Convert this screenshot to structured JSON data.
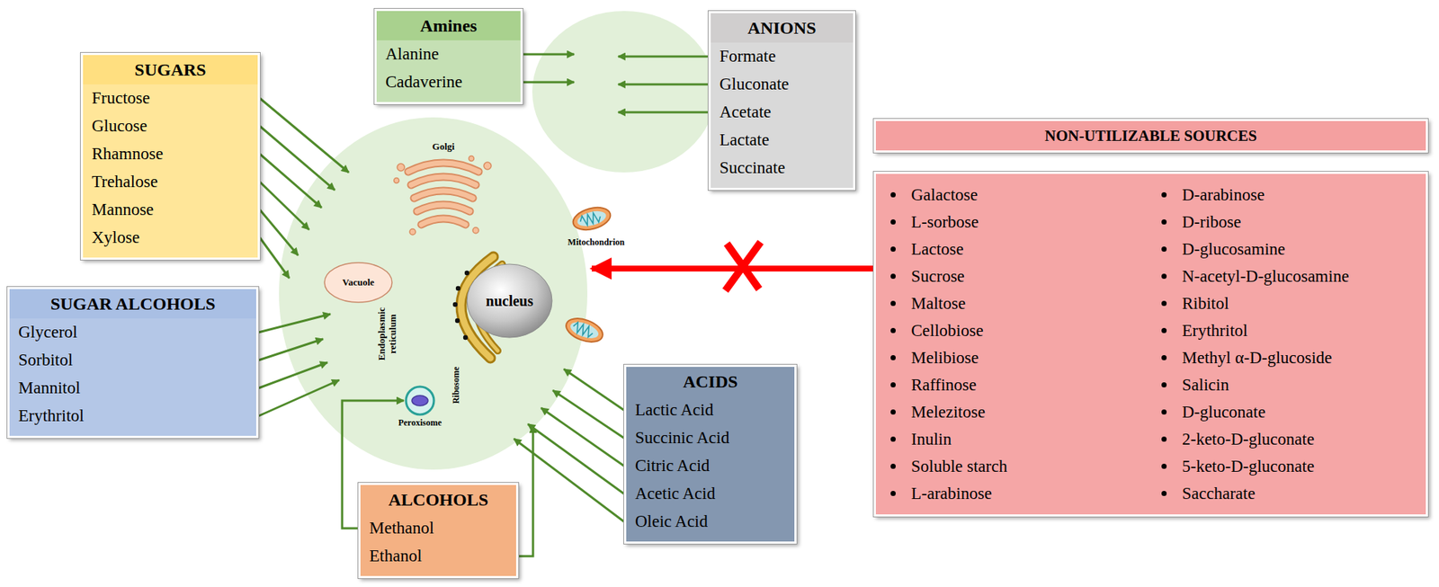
{
  "diagram": {
    "nodes": [
      {
        "text": [
          "Amines",
          "Alanine",
          "Cadaverine"
        ]
      },
      {
        "text": [
          "ANIONS",
          "Formate",
          "Gluconate",
          "Acetate",
          "Lactate",
          "Succinate"
        ]
      },
      {
        "text": [
          "SUGARS",
          "Fructose",
          "Glucose",
          "Rhamnose",
          "Trehalose",
          "Mannose",
          "Xylose"
        ]
      },
      {
        "text": [
          "Golgi",
          "Mitochondrion",
          "Endoplasmic reticulum",
          "Ribosome"
        ]
      },
      {
        "text": [
          "Vacuole"
        ],
        "in": 3
      },
      {
        "text": [
          "nucleus"
        ],
        "in": 3
      },
      {
        "text": [
          "Peroxisome"
        ],
        "in": 3
      },
      {
        "text": [
          "NON-UTILIZABLE SOURCES"
        ]
      },
      {
        "text": [
          "Galactose",
          "L-sorbose",
          "Lactose",
          "Sucrose",
          "Maltose",
          "Cellobiose",
          "Melibiose",
          "Raffinose",
          "Melezitose",
          "Inulin",
          "Soluble starch",
          "L-arabinose",
          "D-arabinose",
          "D-ribose",
          "D-glucosamine",
          "N-acetyl-D-glucosamine",
          "Ribitol",
          "Erythritol",
          "Methyl α-D-glucoside",
          "Salicin",
          "D-gluconate",
          "2-keto-D-gluconate",
          "5-keto-D-gluconate",
          "Saccharate"
        ]
      },
      {
        "text": [
          "SUGAR ALCOHOLS",
          "Glycerol",
          "Sorbitol",
          "Mannitol",
          "Erythritol"
        ]
      },
      {
        "text": [
          "ACIDS",
          "Lactic Acid",
          "Succinic Acid",
          "Citric Acid",
          "Acetic Acid",
          "Oleic Acid"
        ]
      },
      {
        "text": [
          "ALCOHOLS",
          "Methanol",
          "Ethanol"
        ]
      }
    ],
    "edges": [
      {
        "from": 0,
        "to": 3,
        "arrow": "to"
      },
      {
        "from": 0,
        "to": 3,
        "arrow": "to"
      },
      {
        "from": 1,
        "to": 3,
        "arrow": "to"
      },
      {
        "from": 1,
        "to": 3,
        "arrow": "to"
      },
      {
        "from": 1,
        "to": 3,
        "arrow": "to"
      },
      {
        "from": 2,
        "to": 3,
        "arrow": "to"
      },
      {
        "from": 2,
        "to": 3,
        "arrow": "to"
      },
      {
        "from": 2,
        "to": 3,
        "arrow": "to"
      },
      {
        "from": 2,
        "to": 3,
        "arrow": "to"
      },
      {
        "from": 2,
        "to": 3,
        "arrow": "to"
      },
      {
        "from": 2,
        "to": 3,
        "arrow": "to"
      },
      {
        "from": 8,
        "to": 3,
        "arrow": "to"
      },
      {
        "from": 9,
        "to": 3,
        "arrow": "to"
      },
      {
        "from": 9,
        "to": 3,
        "arrow": "to"
      },
      {
        "from": 9,
        "to": 3,
        "arrow": "to"
      },
      {
        "from": 9,
        "to": 3,
        "arrow": "to"
      },
      {
        "from": 10,
        "to": 3,
        "arrow": "to"
      },
      {
        "from": 10,
        "to": 3,
        "arrow": "to"
      },
      {
        "from": 10,
        "to": 3,
        "arrow": "to"
      },
      {
        "from": 10,
        "to": 3,
        "arrow": "to"
      },
      {
        "from": 10,
        "to": 3,
        "arrow": "to"
      },
      {
        "from": 11,
        "to": 6,
        "arrow": "to"
      },
      {
        "from": 11,
        "to": 3,
        "arrow": "to"
      }
    ]
  }
}
